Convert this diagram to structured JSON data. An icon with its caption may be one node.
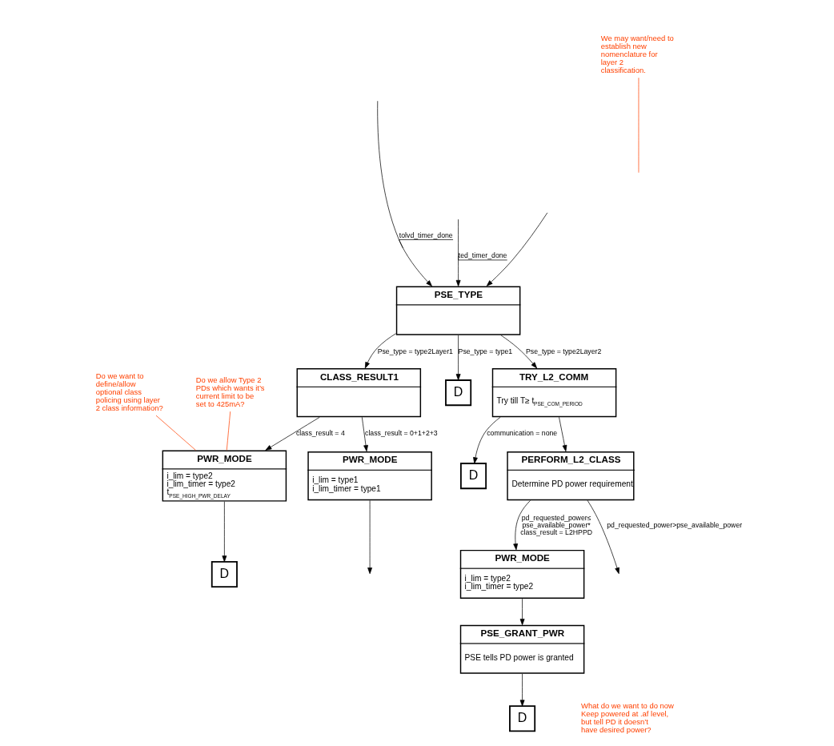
{
  "diagram": {
    "nodes": [
      {
        "text": [
          "PSE_TYPE"
        ]
      },
      {
        "text": [
          "TRY_L2_COMM",
          "Try till T≥ t$_{PSE_COM_PERIOD}$"
        ]
      },
      {
        "text": [
          "D"
        ]
      },
      {
        "text": [
          "PERFORM_L2_CLASS",
          "Determine PD power requirement"
        ]
      },
      {
        "text": [
          "D"
        ]
      },
      {
        "text": [
          "CLASS_RESULT1"
        ]
      },
      {
        "text": [
          "PWR_MODE",
          "i_lim = type2",
          "i_lim_timer = type2"
        ]
      },
      {
        "text": [
          "PWR_MODE",
          "i_lim = type1",
          "i_lim_timer = type1"
        ]
      },
      {
        "text": [
          "PWR_MODE",
          "i_lim = type2",
          "i_lim_timer = type2",
          "t$_{PSE_HIGH_PWR_DELAY}$"
        ]
      },
      {
        "text": [
          "PSE_GRANT_PWR",
          "PSE tells PD power is granted"
        ]
      },
      {
        "text": [
          "D"
        ]
      },
      {
        "text": [
          "D"
        ]
      },
      {
        "text": [
          "We may want/need to establish new nomenclature for layer 2 classification."
        ]
      },
      {
        "text": [
          "Do we allow Type 2 PDs which wants it’s current limit to be set to 425mA?"
        ]
      },
      {
        "text": [
          "Do we want to define/allow optional class policing using layer 2 class information?"
        ]
      }
    ],
    "edges": [
      {
        "from": null,
        "to": 0,
        "arrow": "to",
        "label": "tolvd_timer_done"
      },
      {
        "from": null,
        "to": 0,
        "arrow": "to",
        "label": "ted_timer_done"
      },
      {
        "from": null,
        "to": 0,
        "arrow": "to"
      },
      {
        "from": 0,
        "to": 4,
        "arrow": "to",
        "label": "Pse_type = type1"
      },
      {
        "from": 0,
        "to": 5,
        "arrow": "to",
        "label": "Pse_type = type2Layer1"
      },
      {
        "from": 0,
        "to": 1,
        "arrow": "to",
        "label": "Pse_type = type2Layer2"
      },
      {
        "from": 1,
        "to": 2,
        "arrow": "to",
        "label": "communication = none"
      },
      {
        "from": 1,
        "to": 3,
        "arrow": "to"
      },
      {
        "from": 3,
        "to": 6,
        "arrow": "to",
        "label": "pd_requested_power≤ pse_available_power* class_result = L2HPPD"
      },
      {
        "from": 3,
        "to": null,
        "arrow": "to",
        "label": "pd_requested_power>pse_available_power"
      },
      {
        "from": 5,
        "to": 7,
        "arrow": "to",
        "label": "class_result = 0+1+2+3"
      },
      {
        "from": 5,
        "to": 8,
        "arrow": "to",
        "label": "class_result = 4"
      },
      {
        "from": 6,
        "to": 9,
        "arrow": "to"
      },
      {
        "from": 9,
        "to": 11,
        "arrow": "to"
      },
      {
        "from": 8,
        "to": 10,
        "arrow": "to"
      },
      {
        "from": 7,
        "to": null,
        "arrow": "to"
      },
      {
        "from": 12,
        "to": null,
        "arrow": "none",
        "color": "#ff4000"
      },
      {
        "from": 13,
        "to": 8,
        "arrow": "none",
        "color": "#ff4000"
      },
      {
        "from": 14,
        "to": 8,
        "arrow": "none",
        "color": "#ff4000"
      }
    ],
    "labels": [
      "What do we want to do now Keep powered at .af level, but tell PD it doesn’t have desired power?"
    ]
  }
}
